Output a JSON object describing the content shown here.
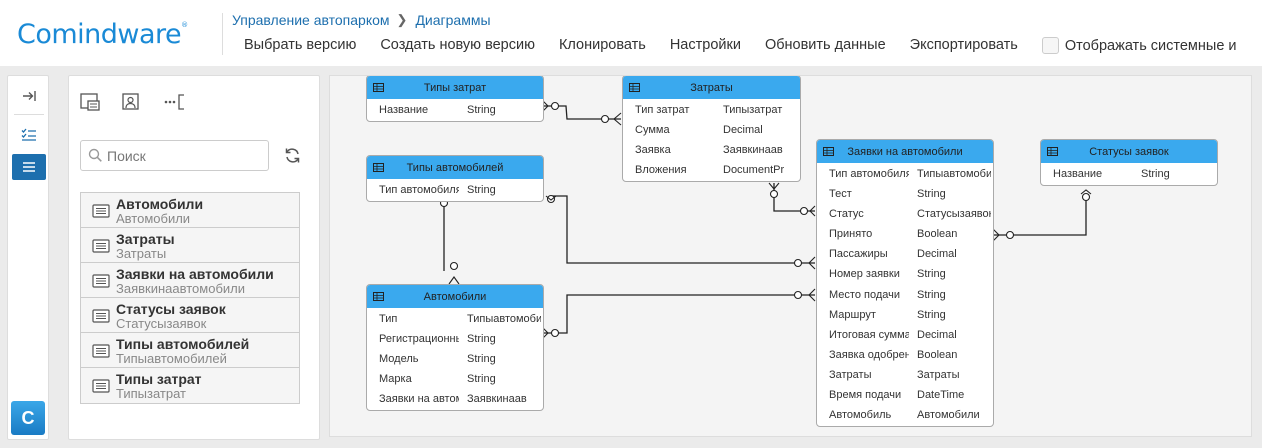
{
  "header": {
    "logo": "Comindware",
    "breadcrumb": [
      "Управление автопарком",
      "Диаграммы"
    ],
    "menu": [
      "Выбрать версию",
      "Создать новую версию",
      "Клонировать",
      "Настройки",
      "Обновить данные",
      "Экспортировать"
    ],
    "show_system_label": "Отображать системные и"
  },
  "rail": {
    "icons": [
      "collapse-icon",
      "checklist-icon",
      "list-icon"
    ],
    "app_badge": "C"
  },
  "left_panel": {
    "toolbar_icons": [
      "diagram-view-icon",
      "user-frame-icon",
      "ellipsis-bracket-icon"
    ],
    "search_placeholder": "Поиск",
    "items": [
      {
        "title": "Автомобили",
        "subtitle": "Автомобили"
      },
      {
        "title": "Затраты",
        "subtitle": "Затраты"
      },
      {
        "title": "Заявки на автомобили",
        "subtitle": "Заявкинаавтомобили"
      },
      {
        "title": "Статусы заявок",
        "subtitle": "Статусызаявок"
      },
      {
        "title": "Типы автомобилей",
        "subtitle": "Типыавтомобилей"
      },
      {
        "title": "Типы затрат",
        "subtitle": "Типызатрат"
      }
    ]
  },
  "diagram": {
    "entities": [
      {
        "title": "Типы затрат",
        "fields": [
          [
            "Название",
            "String"
          ]
        ]
      },
      {
        "title": "Затраты",
        "fields": [
          [
            "Тип затрат",
            "Типызатрат"
          ],
          [
            "Сумма",
            "Decimal"
          ],
          [
            "Заявка",
            "Заявкинаав"
          ],
          [
            "Вложения",
            "DocumentPr"
          ]
        ]
      },
      {
        "title": "Типы автомобилей",
        "fields": [
          [
            "Тип автомобиля",
            "String"
          ]
        ]
      },
      {
        "title": "Автомобили",
        "fields": [
          [
            "Тип",
            "Типыавтомобилей"
          ],
          [
            "Регистрационный",
            "String"
          ],
          [
            "Модель",
            "String"
          ],
          [
            "Марка",
            "String"
          ],
          [
            "Заявки на автомобили",
            "Заявкинаав"
          ]
        ]
      },
      {
        "title": "Заявки на автомобили",
        "fields": [
          [
            "Тип автомобиля",
            "Типыавтомобилей"
          ],
          [
            "Тест",
            "String"
          ],
          [
            "Статус",
            "Статусызаявок"
          ],
          [
            "Принято",
            "Boolean"
          ],
          [
            "Пассажиры",
            "Decimal"
          ],
          [
            "Номер заявки",
            "String"
          ],
          [
            "Место подачи",
            "String"
          ],
          [
            "Маршрут",
            "String"
          ],
          [
            "Итоговая сумма",
            "Decimal"
          ],
          [
            "Заявка одобрена",
            "Boolean"
          ],
          [
            "Затраты",
            "Затраты"
          ],
          [
            "Время подачи",
            "DateTime"
          ],
          [
            "Автомобиль",
            "Автомобили"
          ]
        ]
      },
      {
        "title": "Статусы заявок",
        "fields": [
          [
            "Название",
            "String"
          ]
        ]
      }
    ]
  }
}
